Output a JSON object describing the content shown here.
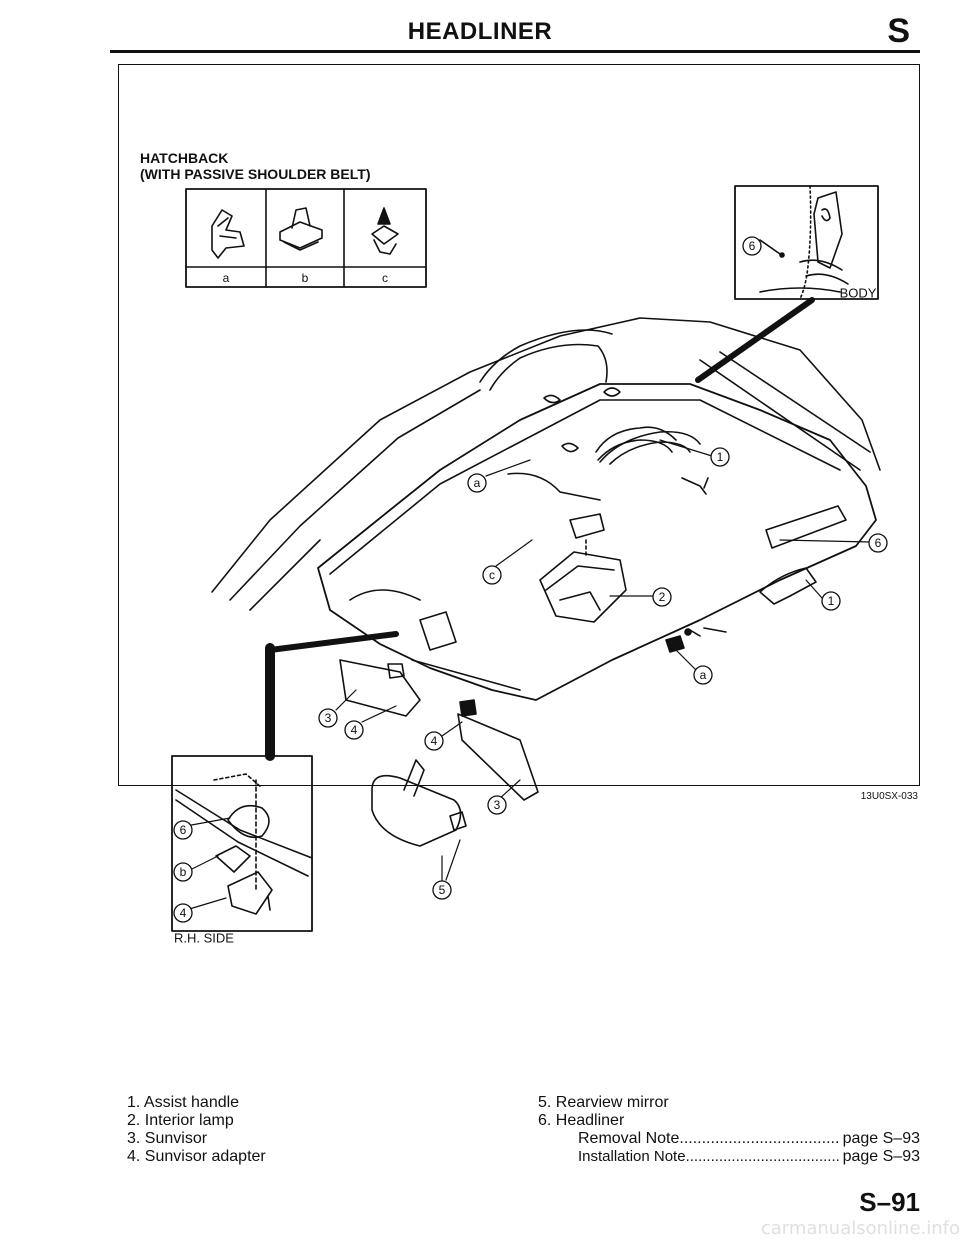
{
  "header": {
    "title": "HEADLINER",
    "section": "S"
  },
  "figure": {
    "caption_line1": "HATCHBACK",
    "caption_line2": "(WITH PASSIVE SHOULDER BELT)",
    "fastener_labels": [
      "a",
      "b",
      "c"
    ],
    "inset_top_label": "BODY",
    "inset_bottom_label": "R.H. SIDE",
    "code": "13U0SX-033",
    "callouts": {
      "n1": "1",
      "n2": "2",
      "n3": "3",
      "n4": "4",
      "n5": "5",
      "n6": "6",
      "a": "a",
      "b": "b",
      "c": "c"
    }
  },
  "parts_list": {
    "p1": "1. Assist handle",
    "p2": "2. Interior lamp",
    "p3": "3. Sunvisor",
    "p4": "4. Sunvisor adapter",
    "p5": "5. Rearview mirror",
    "p6": "6. Headliner",
    "removal_label": "Removal Note",
    "removal_page": "page S–93",
    "install_label": "Installation Note",
    "install_page": "page S–93"
  },
  "page_number": "S–91",
  "footer": "carmanualsonline.info"
}
